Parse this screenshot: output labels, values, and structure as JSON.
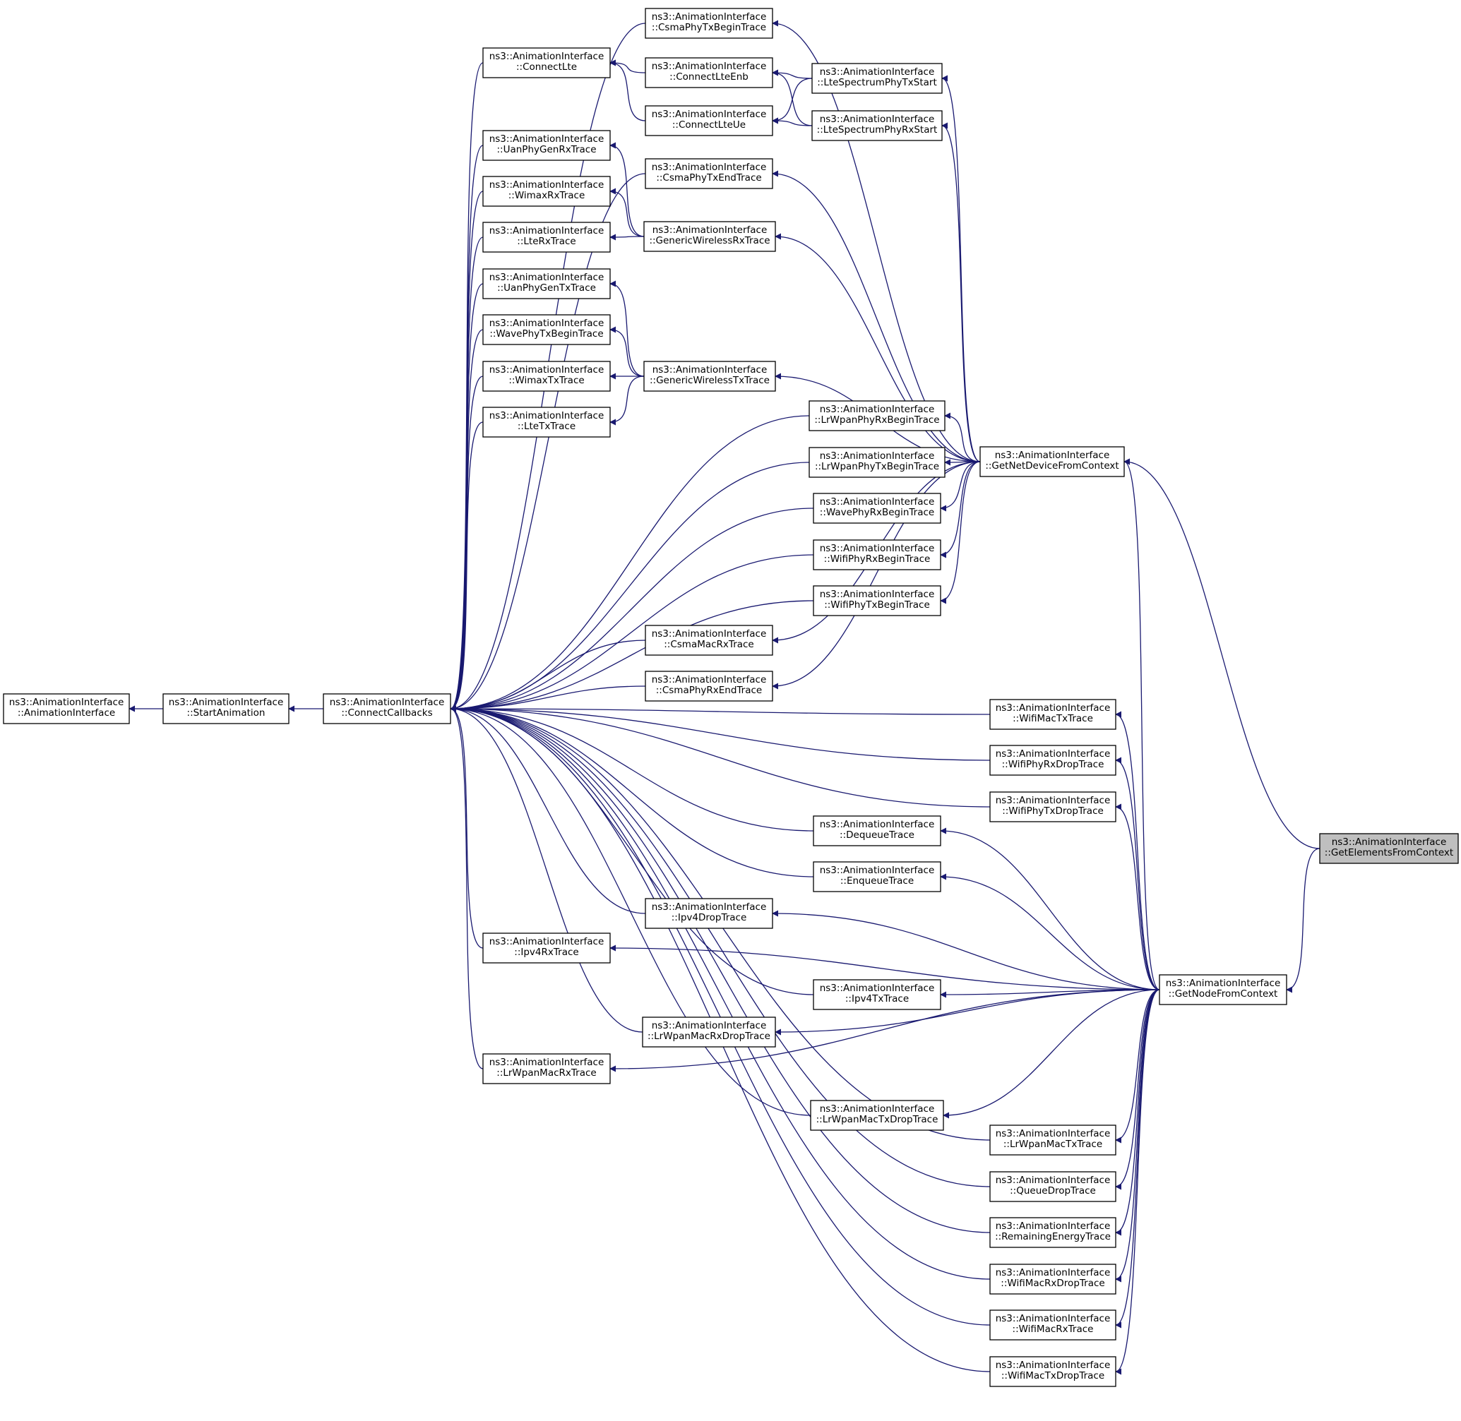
{
  "colors": {
    "edge": "#191970",
    "node_border": "#000000",
    "highlight_fill": "#bfbfbf",
    "background": "#ffffff"
  },
  "nodes": {
    "anim_ctor": {
      "line1": "ns3::AnimationInterface",
      "line2": "::AnimationInterface"
    },
    "start_animation": {
      "line1": "ns3::AnimationInterface",
      "line2": "::StartAnimation"
    },
    "connect_callbacks": {
      "line1": "ns3::AnimationInterface",
      "line2": "::ConnectCallbacks"
    },
    "connect_lte": {
      "line1": "ns3::AnimationInterface",
      "line2": "::ConnectLte"
    },
    "uan_phy_gen_rx": {
      "line1": "ns3::AnimationInterface",
      "line2": "::UanPhyGenRxTrace"
    },
    "wimax_rx": {
      "line1": "ns3::AnimationInterface",
      "line2": "::WimaxRxTrace"
    },
    "lte_rx": {
      "line1": "ns3::AnimationInterface",
      "line2": "::LteRxTrace"
    },
    "uan_phy_gen_tx": {
      "line1": "ns3::AnimationInterface",
      "line2": "::UanPhyGenTxTrace"
    },
    "wave_phy_tx_begin": {
      "line1": "ns3::AnimationInterface",
      "line2": "::WavePhyTxBeginTrace"
    },
    "wimax_tx": {
      "line1": "ns3::AnimationInterface",
      "line2": "::WimaxTxTrace"
    },
    "lte_tx": {
      "line1": "ns3::AnimationInterface",
      "line2": "::LteTxTrace"
    },
    "ipv4_rx": {
      "line1": "ns3::AnimationInterface",
      "line2": "::Ipv4RxTrace"
    },
    "lrwpan_mac_rx": {
      "line1": "ns3::AnimationInterface",
      "line2": "::LrWpanMacRxTrace"
    },
    "csma_phy_tx_begin": {
      "line1": "ns3::AnimationInterface",
      "line2": "::CsmaPhyTxBeginTrace"
    },
    "connect_lte_enb": {
      "line1": "ns3::AnimationInterface",
      "line2": "::ConnectLteEnb"
    },
    "connect_lte_ue": {
      "line1": "ns3::AnimationInterface",
      "line2": "::ConnectLteUe"
    },
    "csma_phy_tx_end": {
      "line1": "ns3::AnimationInterface",
      "line2": "::CsmaPhyTxEndTrace"
    },
    "generic_wireless_rx": {
      "line1": "ns3::AnimationInterface",
      "line2": "::GenericWirelessRxTrace"
    },
    "generic_wireless_tx": {
      "line1": "ns3::AnimationInterface",
      "line2": "::GenericWirelessTxTrace"
    },
    "csma_mac_rx": {
      "line1": "ns3::AnimationInterface",
      "line2": "::CsmaMacRxTrace"
    },
    "csma_phy_rx_end": {
      "line1": "ns3::AnimationInterface",
      "line2": "::CsmaPhyRxEndTrace"
    },
    "ipv4_drop": {
      "line1": "ns3::AnimationInterface",
      "line2": "::Ipv4DropTrace"
    },
    "lrwpan_mac_rx_drop": {
      "line1": "ns3::AnimationInterface",
      "line2": "::LrWpanMacRxDropTrace"
    },
    "lte_spectrum_phy_tx_start": {
      "line1": "ns3::AnimationInterface",
      "line2": "::LteSpectrumPhyTxStart"
    },
    "lte_spectrum_phy_rx_start": {
      "line1": "ns3::AnimationInterface",
      "line2": "::LteSpectrumPhyRxStart"
    },
    "lrwpan_phy_rx_begin": {
      "line1": "ns3::AnimationInterface",
      "line2": "::LrWpanPhyRxBeginTrace"
    },
    "lrwpan_phy_tx_begin": {
      "line1": "ns3::AnimationInterface",
      "line2": "::LrWpanPhyTxBeginTrace"
    },
    "wave_phy_rx_begin": {
      "line1": "ns3::AnimationInterface",
      "line2": "::WavePhyRxBeginTrace"
    },
    "wifi_phy_rx_begin": {
      "line1": "ns3::AnimationInterface",
      "line2": "::WifiPhyRxBeginTrace"
    },
    "wifi_phy_tx_begin": {
      "line1": "ns3::AnimationInterface",
      "line2": "::WifiPhyTxBeginTrace"
    },
    "dequeue": {
      "line1": "ns3::AnimationInterface",
      "line2": "::DequeueTrace"
    },
    "enqueue": {
      "line1": "ns3::AnimationInterface",
      "line2": "::EnqueueTrace"
    },
    "ipv4_tx": {
      "line1": "ns3::AnimationInterface",
      "line2": "::Ipv4TxTrace"
    },
    "lrwpan_mac_tx_drop": {
      "line1": "ns3::AnimationInterface",
      "line2": "::LrWpanMacTxDropTrace"
    },
    "get_net_device": {
      "line1": "ns3::AnimationInterface",
      "line2": "::GetNetDeviceFromContext"
    },
    "wifi_mac_tx": {
      "line1": "ns3::AnimationInterface",
      "line2": "::WifiMacTxTrace"
    },
    "wifi_phy_rx_drop": {
      "line1": "ns3::AnimationInterface",
      "line2": "::WifiPhyRxDropTrace"
    },
    "wifi_phy_tx_drop": {
      "line1": "ns3::AnimationInterface",
      "line2": "::WifiPhyTxDropTrace"
    },
    "lrwpan_mac_tx": {
      "line1": "ns3::AnimationInterface",
      "line2": "::LrWpanMacTxTrace"
    },
    "queue_drop": {
      "line1": "ns3::AnimationInterface",
      "line2": "::QueueDropTrace"
    },
    "remaining_energy": {
      "line1": "ns3::AnimationInterface",
      "line2": "::RemainingEnergyTrace"
    },
    "wifi_mac_rx_drop": {
      "line1": "ns3::AnimationInterface",
      "line2": "::WifiMacRxDropTrace"
    },
    "wifi_mac_rx": {
      "line1": "ns3::AnimationInterface",
      "line2": "::WifiMacRxTrace"
    },
    "wifi_mac_tx_drop": {
      "line1": "ns3::AnimationInterface",
      "line2": "::WifiMacTxDropTrace"
    },
    "get_node": {
      "line1": "ns3::AnimationInterface",
      "line2": "::GetNodeFromContext"
    },
    "get_elements": {
      "line1": "ns3::AnimationInterface",
      "line2": "::GetElementsFromContext"
    }
  },
  "edges": [
    [
      "start_animation",
      "anim_ctor"
    ],
    [
      "connect_callbacks",
      "start_animation"
    ],
    [
      "connect_lte",
      "connect_callbacks"
    ],
    [
      "uan_phy_gen_rx",
      "connect_callbacks"
    ],
    [
      "wimax_rx",
      "connect_callbacks"
    ],
    [
      "lte_rx",
      "connect_callbacks"
    ],
    [
      "uan_phy_gen_tx",
      "connect_callbacks"
    ],
    [
      "wave_phy_tx_begin",
      "connect_callbacks"
    ],
    [
      "wimax_tx",
      "connect_callbacks"
    ],
    [
      "lte_tx",
      "connect_callbacks"
    ],
    [
      "ipv4_rx",
      "connect_callbacks"
    ],
    [
      "lrwpan_mac_rx",
      "connect_callbacks"
    ],
    [
      "csma_phy_tx_begin",
      "connect_callbacks"
    ],
    [
      "csma_phy_tx_end",
      "connect_callbacks"
    ],
    [
      "csma_mac_rx",
      "connect_callbacks"
    ],
    [
      "csma_phy_rx_end",
      "connect_callbacks"
    ],
    [
      "ipv4_drop",
      "connect_callbacks"
    ],
    [
      "lrwpan_mac_rx_drop",
      "connect_callbacks"
    ],
    [
      "lrwpan_phy_rx_begin",
      "connect_callbacks"
    ],
    [
      "lrwpan_phy_tx_begin",
      "connect_callbacks"
    ],
    [
      "wave_phy_rx_begin",
      "connect_callbacks"
    ],
    [
      "wifi_phy_rx_begin",
      "connect_callbacks"
    ],
    [
      "wifi_phy_tx_begin",
      "connect_callbacks"
    ],
    [
      "dequeue",
      "connect_callbacks"
    ],
    [
      "enqueue",
      "connect_callbacks"
    ],
    [
      "ipv4_tx",
      "connect_callbacks"
    ],
    [
      "lrwpan_mac_tx_drop",
      "connect_callbacks"
    ],
    [
      "wifi_mac_tx",
      "connect_callbacks"
    ],
    [
      "wifi_phy_rx_drop",
      "connect_callbacks"
    ],
    [
      "wifi_phy_tx_drop",
      "connect_callbacks"
    ],
    [
      "lrwpan_mac_tx",
      "connect_callbacks"
    ],
    [
      "queue_drop",
      "connect_callbacks"
    ],
    [
      "remaining_energy",
      "connect_callbacks"
    ],
    [
      "wifi_mac_rx_drop",
      "connect_callbacks"
    ],
    [
      "wifi_mac_rx",
      "connect_callbacks"
    ],
    [
      "wifi_mac_tx_drop",
      "connect_callbacks"
    ],
    [
      "connect_lte_enb",
      "connect_lte"
    ],
    [
      "connect_lte_ue",
      "connect_lte"
    ],
    [
      "lte_spectrum_phy_tx_start",
      "connect_lte_enb"
    ],
    [
      "lte_spectrum_phy_rx_start",
      "connect_lte_enb"
    ],
    [
      "lte_spectrum_phy_tx_start",
      "connect_lte_ue"
    ],
    [
      "lte_spectrum_phy_rx_start",
      "connect_lte_ue"
    ],
    [
      "generic_wireless_rx",
      "uan_phy_gen_rx"
    ],
    [
      "generic_wireless_rx",
      "wimax_rx"
    ],
    [
      "generic_wireless_rx",
      "lte_rx"
    ],
    [
      "generic_wireless_tx",
      "uan_phy_gen_tx"
    ],
    [
      "generic_wireless_tx",
      "wave_phy_tx_begin"
    ],
    [
      "generic_wireless_tx",
      "wimax_tx"
    ],
    [
      "generic_wireless_tx",
      "lte_tx"
    ],
    [
      "get_net_device",
      "csma_phy_tx_begin"
    ],
    [
      "get_net_device",
      "lte_spectrum_phy_tx_start"
    ],
    [
      "get_net_device",
      "lte_spectrum_phy_rx_start"
    ],
    [
      "get_net_device",
      "csma_phy_tx_end"
    ],
    [
      "get_net_device",
      "generic_wireless_rx"
    ],
    [
      "get_net_device",
      "generic_wireless_tx"
    ],
    [
      "get_net_device",
      "lrwpan_phy_rx_begin"
    ],
    [
      "get_net_device",
      "lrwpan_phy_tx_begin"
    ],
    [
      "get_net_device",
      "wave_phy_rx_begin"
    ],
    [
      "get_net_device",
      "wifi_phy_rx_begin"
    ],
    [
      "get_net_device",
      "wifi_phy_tx_begin"
    ],
    [
      "get_net_device",
      "csma_mac_rx"
    ],
    [
      "get_net_device",
      "csma_phy_rx_end"
    ],
    [
      "get_node",
      "get_net_device"
    ],
    [
      "get_node",
      "wifi_mac_tx"
    ],
    [
      "get_node",
      "wifi_phy_rx_drop"
    ],
    [
      "get_node",
      "wifi_phy_tx_drop"
    ],
    [
      "get_node",
      "dequeue"
    ],
    [
      "get_node",
      "enqueue"
    ],
    [
      "get_node",
      "ipv4_drop"
    ],
    [
      "get_node",
      "ipv4_rx"
    ],
    [
      "get_node",
      "ipv4_tx"
    ],
    [
      "get_node",
      "lrwpan_mac_rx_drop"
    ],
    [
      "get_node",
      "lrwpan_mac_rx"
    ],
    [
      "get_node",
      "lrwpan_mac_tx_drop"
    ],
    [
      "get_node",
      "lrwpan_mac_tx"
    ],
    [
      "get_node",
      "queue_drop"
    ],
    [
      "get_node",
      "remaining_energy"
    ],
    [
      "get_node",
      "wifi_mac_rx_drop"
    ],
    [
      "get_node",
      "wifi_mac_rx"
    ],
    [
      "get_node",
      "wifi_mac_tx_drop"
    ],
    [
      "get_elements",
      "get_net_device"
    ],
    [
      "get_elements",
      "get_node"
    ]
  ]
}
